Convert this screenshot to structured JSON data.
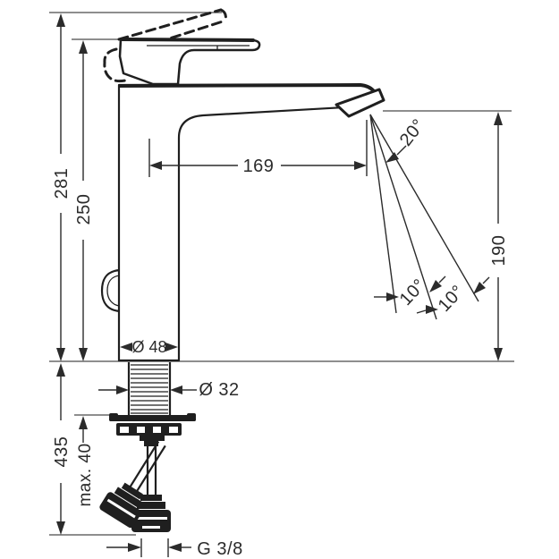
{
  "meta": {
    "background_color": "#ffffff",
    "line_color": "#2b2b2b",
    "outline_color": "#1f1f1f",
    "drawing_type": "technical dimension drawing",
    "subject": "single-lever basin mixer tap, side elevation with mounting hardware and supply hoses",
    "units": "mm"
  },
  "dimensions": {
    "overall_height": "281",
    "height_to_handle": "250",
    "spout_reach": "169",
    "spout_height": "190",
    "spray_angle": "20°",
    "swivel_angle_left": "10°",
    "swivel_angle_right": "10°",
    "body_diameter": "Ø 48",
    "shank_diameter": "Ø 32",
    "hose_length": "435",
    "max_mounting_thickness": "max. 40",
    "connection_thread": "G 3/8"
  }
}
